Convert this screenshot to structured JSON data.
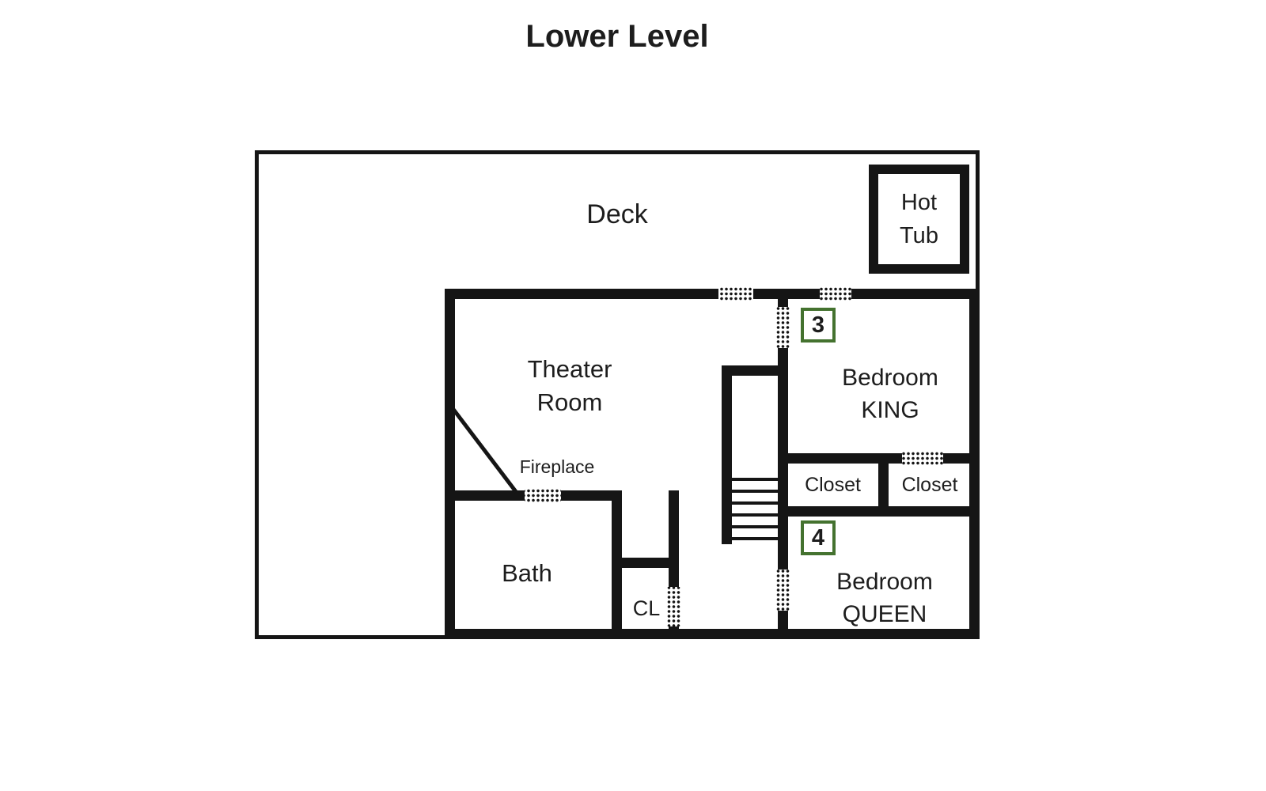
{
  "title": "Lower Level",
  "colors": {
    "wall": "#151515",
    "text": "#1d1d1d",
    "badge": "#44722f",
    "background": "#ffffff"
  },
  "labels": {
    "deck": "Deck",
    "hot_tub": "Hot Tub",
    "theater_room": "Theater Room",
    "fireplace": "Fireplace",
    "bath": "Bath",
    "closet_small": "CL",
    "bedroom_king": "Bedroom KING",
    "closet_left": "Closet",
    "closet_right": "Closet",
    "bedroom_queen": "Bedroom QUEEN"
  },
  "badges": {
    "bedroom_king": "3",
    "bedroom_queen": "4"
  }
}
